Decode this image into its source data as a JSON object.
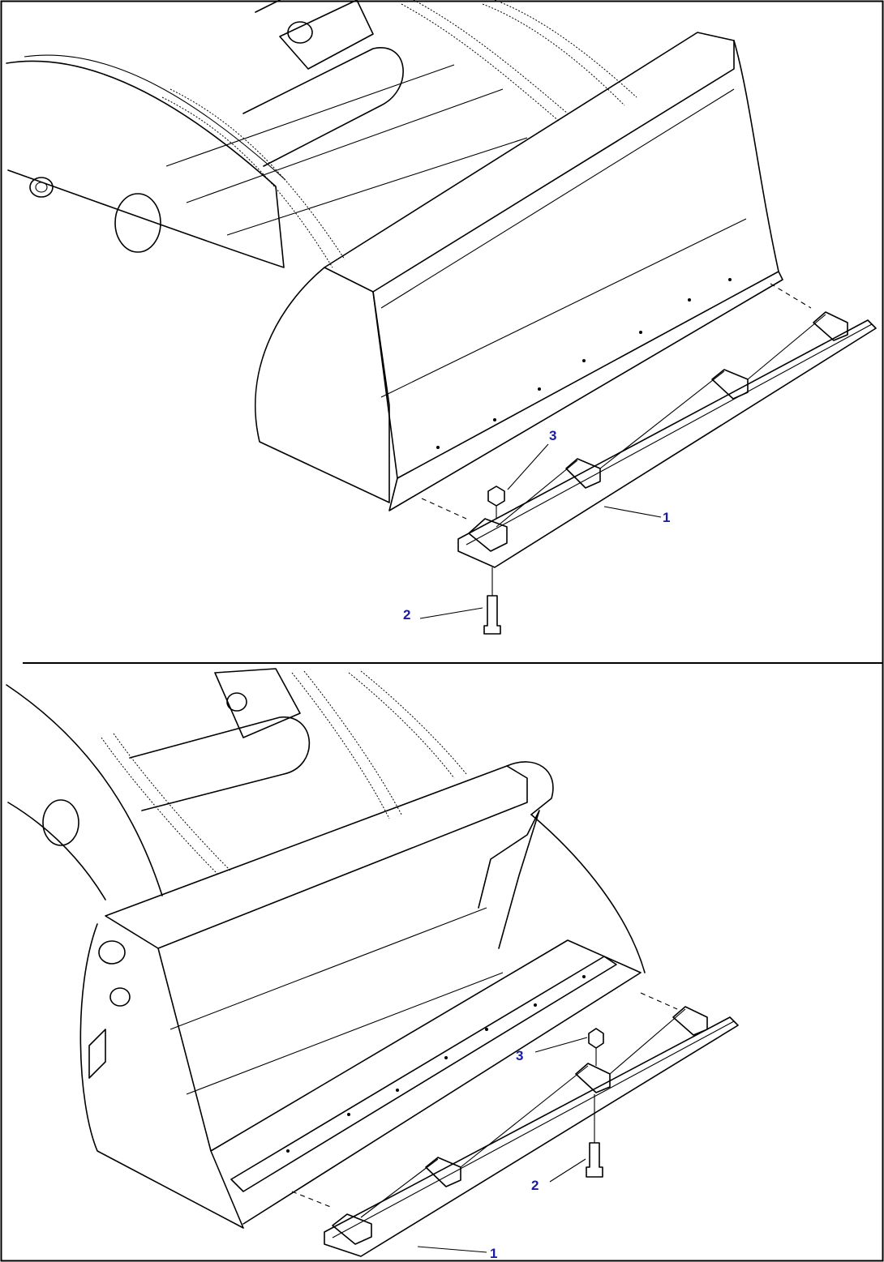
{
  "colors": {
    "line": "#000000",
    "callout": "#1a1aaa",
    "background": "#ffffff"
  },
  "views": [
    {
      "name": "upper-view",
      "callouts": [
        {
          "id": "3",
          "label": "3"
        },
        {
          "id": "1",
          "label": "1"
        },
        {
          "id": "2",
          "label": "2"
        }
      ]
    },
    {
      "name": "lower-view",
      "callouts": [
        {
          "id": "3",
          "label": "3"
        },
        {
          "id": "2",
          "label": "2"
        },
        {
          "id": "1",
          "label": "1"
        }
      ]
    }
  ]
}
